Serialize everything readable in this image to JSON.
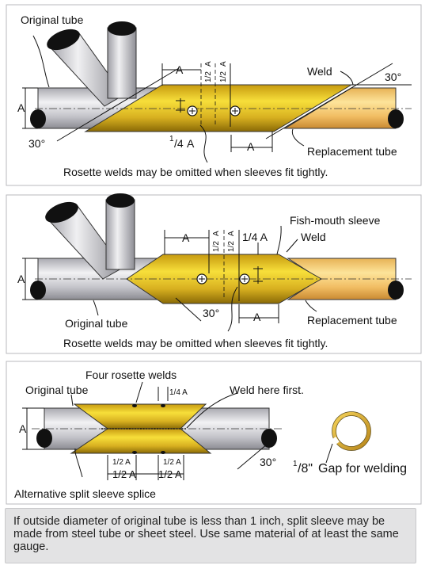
{
  "panel1": {
    "original_tube": "Original tube",
    "weld": "Weld",
    "angle_right": "30°",
    "angle_left": "30°",
    "dim_a_top": "A",
    "dim_half_1": "1/2",
    "dim_half_1b": "A",
    "dim_half_2": "1/2",
    "dim_half_2b": "A",
    "dim_a_left": "A",
    "quarter_a": "1",
    "quarter_a_den": "/4",
    "quarter_a_unit": "A",
    "dim_a_bottom": "A",
    "replacement_tube": "Replacement tube",
    "caption": "Rosette welds may be omitted when sleeves fit tightly."
  },
  "panel2": {
    "fish_mouth": "Fish-mouth sleeve",
    "weld": "Weld",
    "dim_a_top": "A",
    "dim_half_1": "1/2",
    "dim_half_1b": "A",
    "dim_half_2": "1/2",
    "dim_half_2b": "A",
    "quarter_a": "1/4 A",
    "dim_a_left": "A",
    "angle": "30°",
    "dim_a_bottom": "A",
    "original_tube": "Original tube",
    "replacement_tube": "Replacement tube",
    "caption": "Rosette welds may be omitted when sleeves fit tightly."
  },
  "panel3": {
    "four_rosette": "Four rosette welds",
    "quarter_a": "1/4 A",
    "original_tube": "Original tube",
    "weld_first": "Weld here first.",
    "dim_a_left": "A",
    "half_a_1": "1/2 A",
    "half_a_2": "1/2 A",
    "half_a_3": "1/2 A",
    "half_a_4": "1/2 A",
    "angle": "30°",
    "gap_num": "1",
    "gap_den": "/8\"",
    "gap_text": "Gap for welding",
    "alt_split": "Alternative split sleeve splice"
  },
  "note": "If outside diameter of original tube is less than 1 inch, split sleeve may be made from steel tube or sheet steel. Use same material of at least the same gauge."
}
